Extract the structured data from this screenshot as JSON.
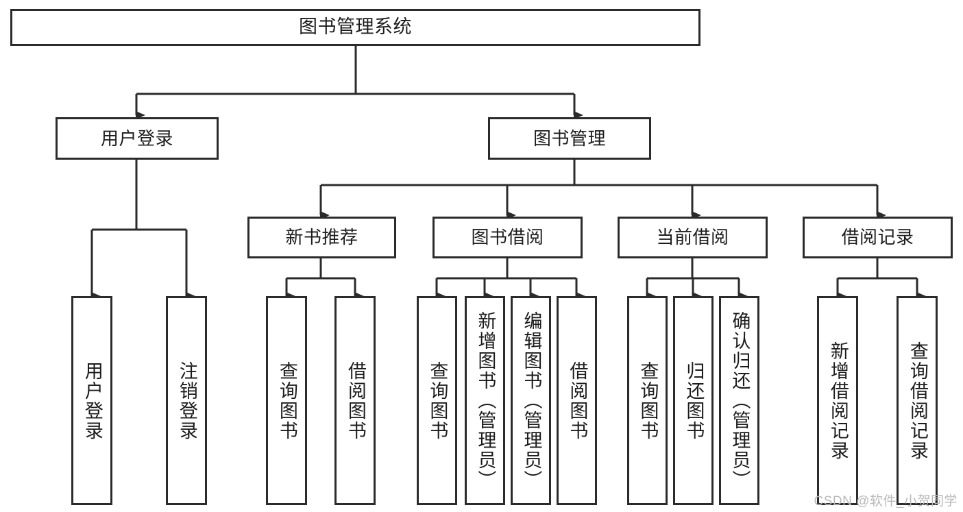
{
  "diagram": {
    "type": "tree-hierarchy",
    "title": "图书管理系统",
    "watermark": "CSDN @软件_小贺同学",
    "colors": {
      "stroke": "#2b2b2b",
      "fill": "#ffffff",
      "text": "#1c1c1c",
      "watermark": "#b9b9b9"
    },
    "nodes": {
      "root": {
        "label": "图书管理系统"
      },
      "level2": [
        {
          "id": "user-login",
          "label": "用户登录"
        },
        {
          "id": "book-manage",
          "label": "图书管理"
        }
      ],
      "level3": [
        {
          "id": "new-book-recommend",
          "label": "新书推荐"
        },
        {
          "id": "book-borrow",
          "label": "图书借阅"
        },
        {
          "id": "current-borrow",
          "label": "当前借阅"
        },
        {
          "id": "borrow-record",
          "label": "借阅记录"
        }
      ],
      "leaves": {
        "user-login": [
          {
            "id": "leaf-user-login",
            "label": "用户登录"
          },
          {
            "id": "leaf-user-logout",
            "label": "注销登录"
          }
        ],
        "new-book-recommend": [
          {
            "id": "leaf-query-book-1",
            "label": "查询图书"
          },
          {
            "id": "leaf-borrow-book-1",
            "label": "借阅图书"
          }
        ],
        "book-borrow": [
          {
            "id": "leaf-query-book-2",
            "label": "查询图书"
          },
          {
            "id": "leaf-add-book",
            "label": "新增图书（管理员）"
          },
          {
            "id": "leaf-edit-book",
            "label": "编辑图书（管理员）"
          },
          {
            "id": "leaf-borrow-book-2",
            "label": "借阅图书"
          }
        ],
        "current-borrow": [
          {
            "id": "leaf-query-book-3",
            "label": "查询图书"
          },
          {
            "id": "leaf-return-book",
            "label": "归还图书"
          },
          {
            "id": "leaf-confirm-return",
            "label": "确认归还（管理员）"
          }
        ],
        "borrow-record": [
          {
            "id": "leaf-add-record",
            "label": "新增借阅记录"
          },
          {
            "id": "leaf-query-record",
            "label": "查询借阅记录"
          }
        ]
      }
    }
  }
}
